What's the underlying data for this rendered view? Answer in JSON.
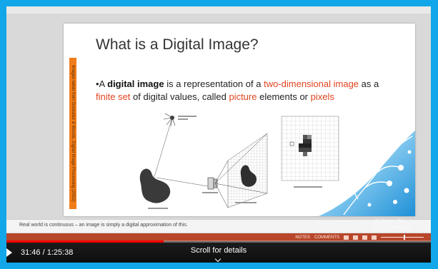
{
  "slide": {
    "title": "What is a Digital Image?",
    "bullet": {
      "prefix": "•A ",
      "bold": "digital image",
      "t1": " is a representation of a ",
      "h1": "two-dimensional image",
      "t2": " as a ",
      "h2": "finite set",
      "t3": " of digital values, called ",
      "h3": "picture",
      "t4": " elements or ",
      "h4": "pixels"
    },
    "side_bar_text": "Images taken from Gonzalez & Woods, Digital Image Processing (2002)"
  },
  "notes": {
    "text": "Real world is continuous – an image is simply a digital approximation of this."
  },
  "watermark": {
    "line1": "Activate Wi",
    "line2": "Go to Settings"
  },
  "status_bar": {
    "notes_label": "NOTES",
    "comments_label": "COMMENTS"
  },
  "player": {
    "current_time": "31:46",
    "separator": " / ",
    "duration": "1:25:38",
    "progress": 0.371,
    "scroll_hint": "Scroll for details"
  }
}
